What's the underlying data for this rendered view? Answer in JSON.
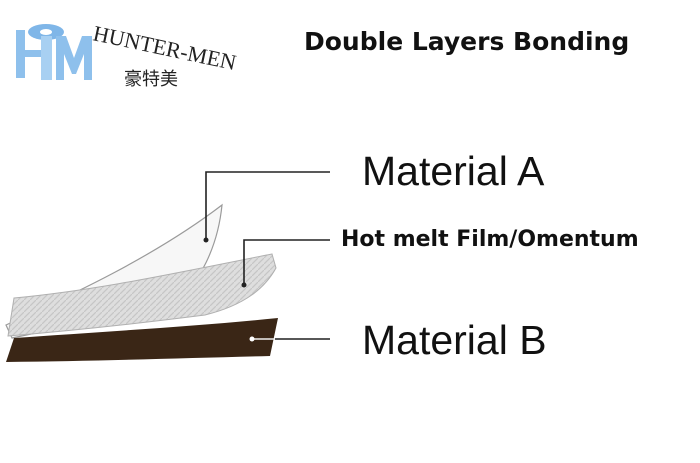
{
  "header": {
    "title": "Double Layers Bonding"
  },
  "logo": {
    "icon": "htm-monogram-logo",
    "brand_name": "HUNTER-MEN",
    "brand_name_cn": "豪特美",
    "colors": {
      "monogram": "#7fb6e8",
      "brand_text": "#222222"
    }
  },
  "diagram": {
    "labels": {
      "material_a": "Material A",
      "hot_melt_film": "Hot melt Film/Omentum",
      "material_b": "Material B"
    },
    "colors": {
      "material_a": "#f7f7f7",
      "hot_melt_film": "#dcdcdc",
      "material_b": "#3a2616",
      "leader_line": "#222222"
    }
  }
}
